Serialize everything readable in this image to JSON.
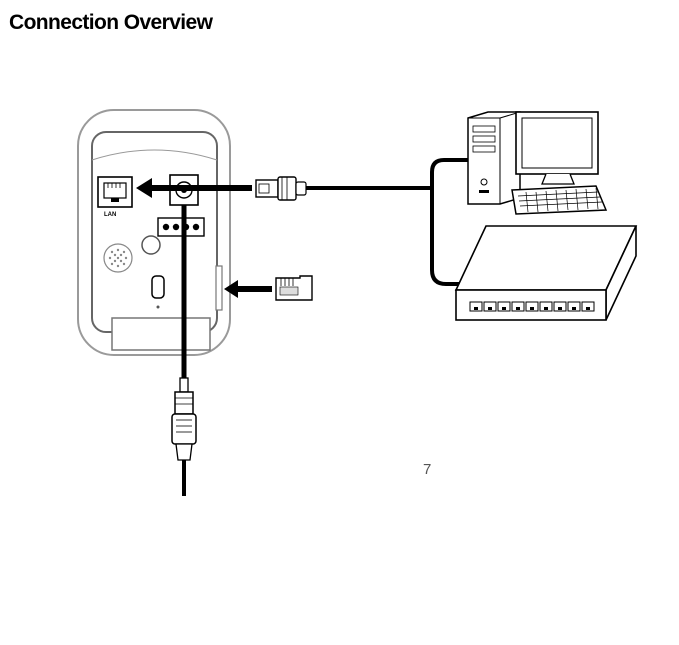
{
  "document": {
    "title": "Connection Overview",
    "page_number": "7"
  },
  "diagram": {
    "camera": {
      "lan_port_label": "LAN"
    },
    "icons": [
      "camera-rear-panel",
      "ethernet-cable-icon",
      "microsd-card-icon",
      "rca-plug-icon",
      "desktop-computer-icon",
      "network-switch-icon",
      "arrow-icon"
    ]
  }
}
